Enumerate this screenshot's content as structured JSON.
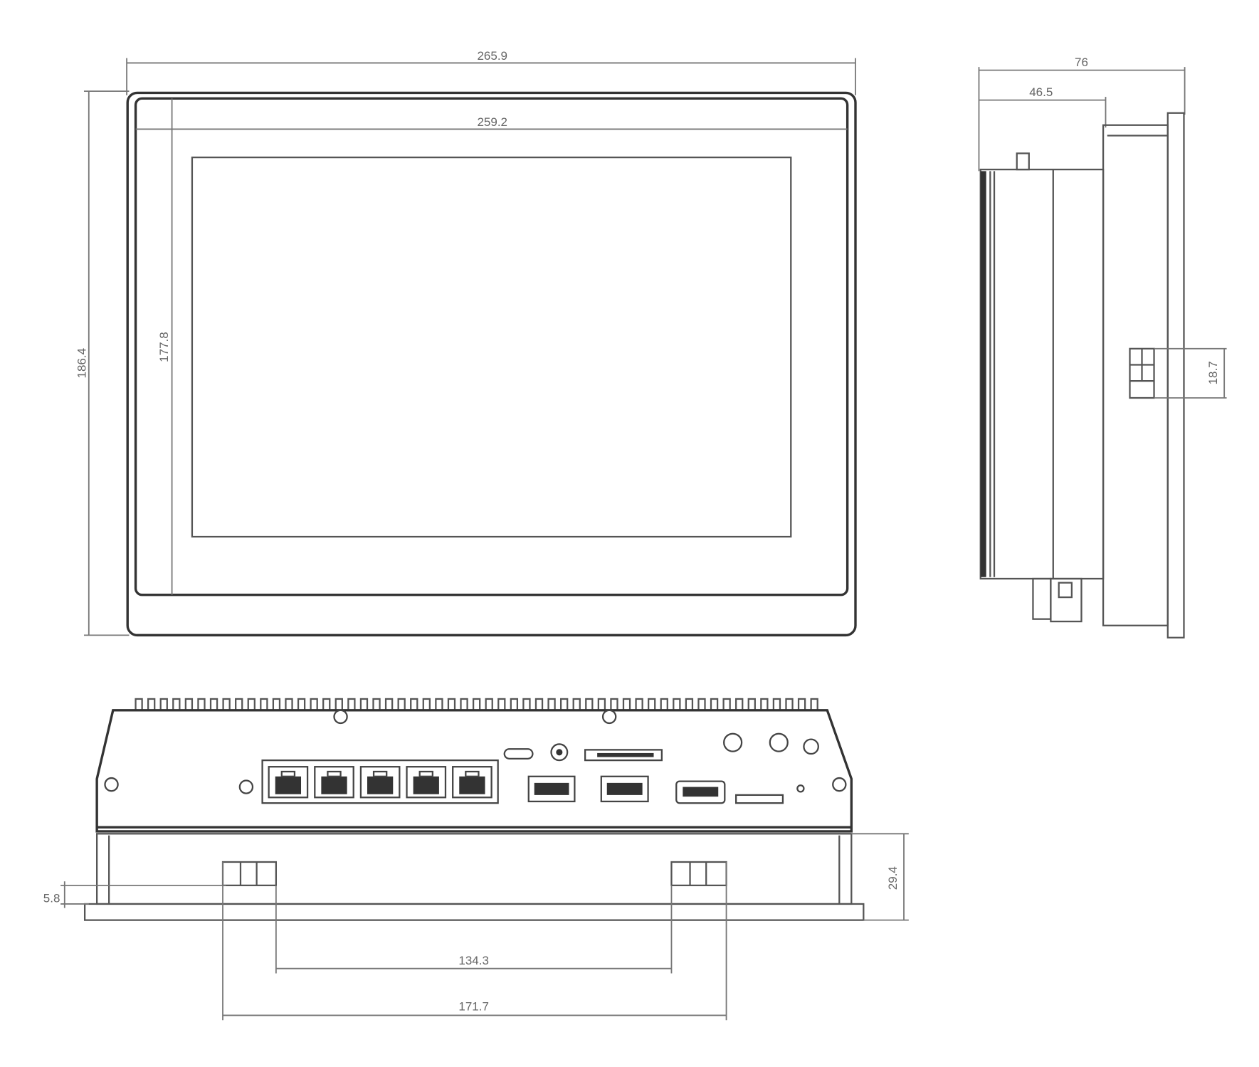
{
  "drawing": {
    "front_view": {
      "dimensions": {
        "overall_width": "265.9",
        "cutout_width": "259.2",
        "overall_height": "186.4",
        "cutout_height": "177.8"
      }
    },
    "side_view": {
      "dimensions": {
        "overall_depth": "76",
        "body_depth": "46.5",
        "terminal_height": "18.7"
      }
    },
    "bottom_view": {
      "dimensions": {
        "clamp_inner_spacing": "134.3",
        "clamp_outer_spacing": "171.7",
        "flange_depth": "29.4",
        "bezel_thickness": "5.8"
      },
      "ports": [
        "rj45",
        "rj45",
        "rj45",
        "rj45",
        "rj45",
        "usb-c",
        "audio-jack",
        "sim-slot",
        "usb-a",
        "usb-a",
        "hdmi",
        "micro-sd",
        "led",
        "button",
        "button"
      ]
    }
  }
}
